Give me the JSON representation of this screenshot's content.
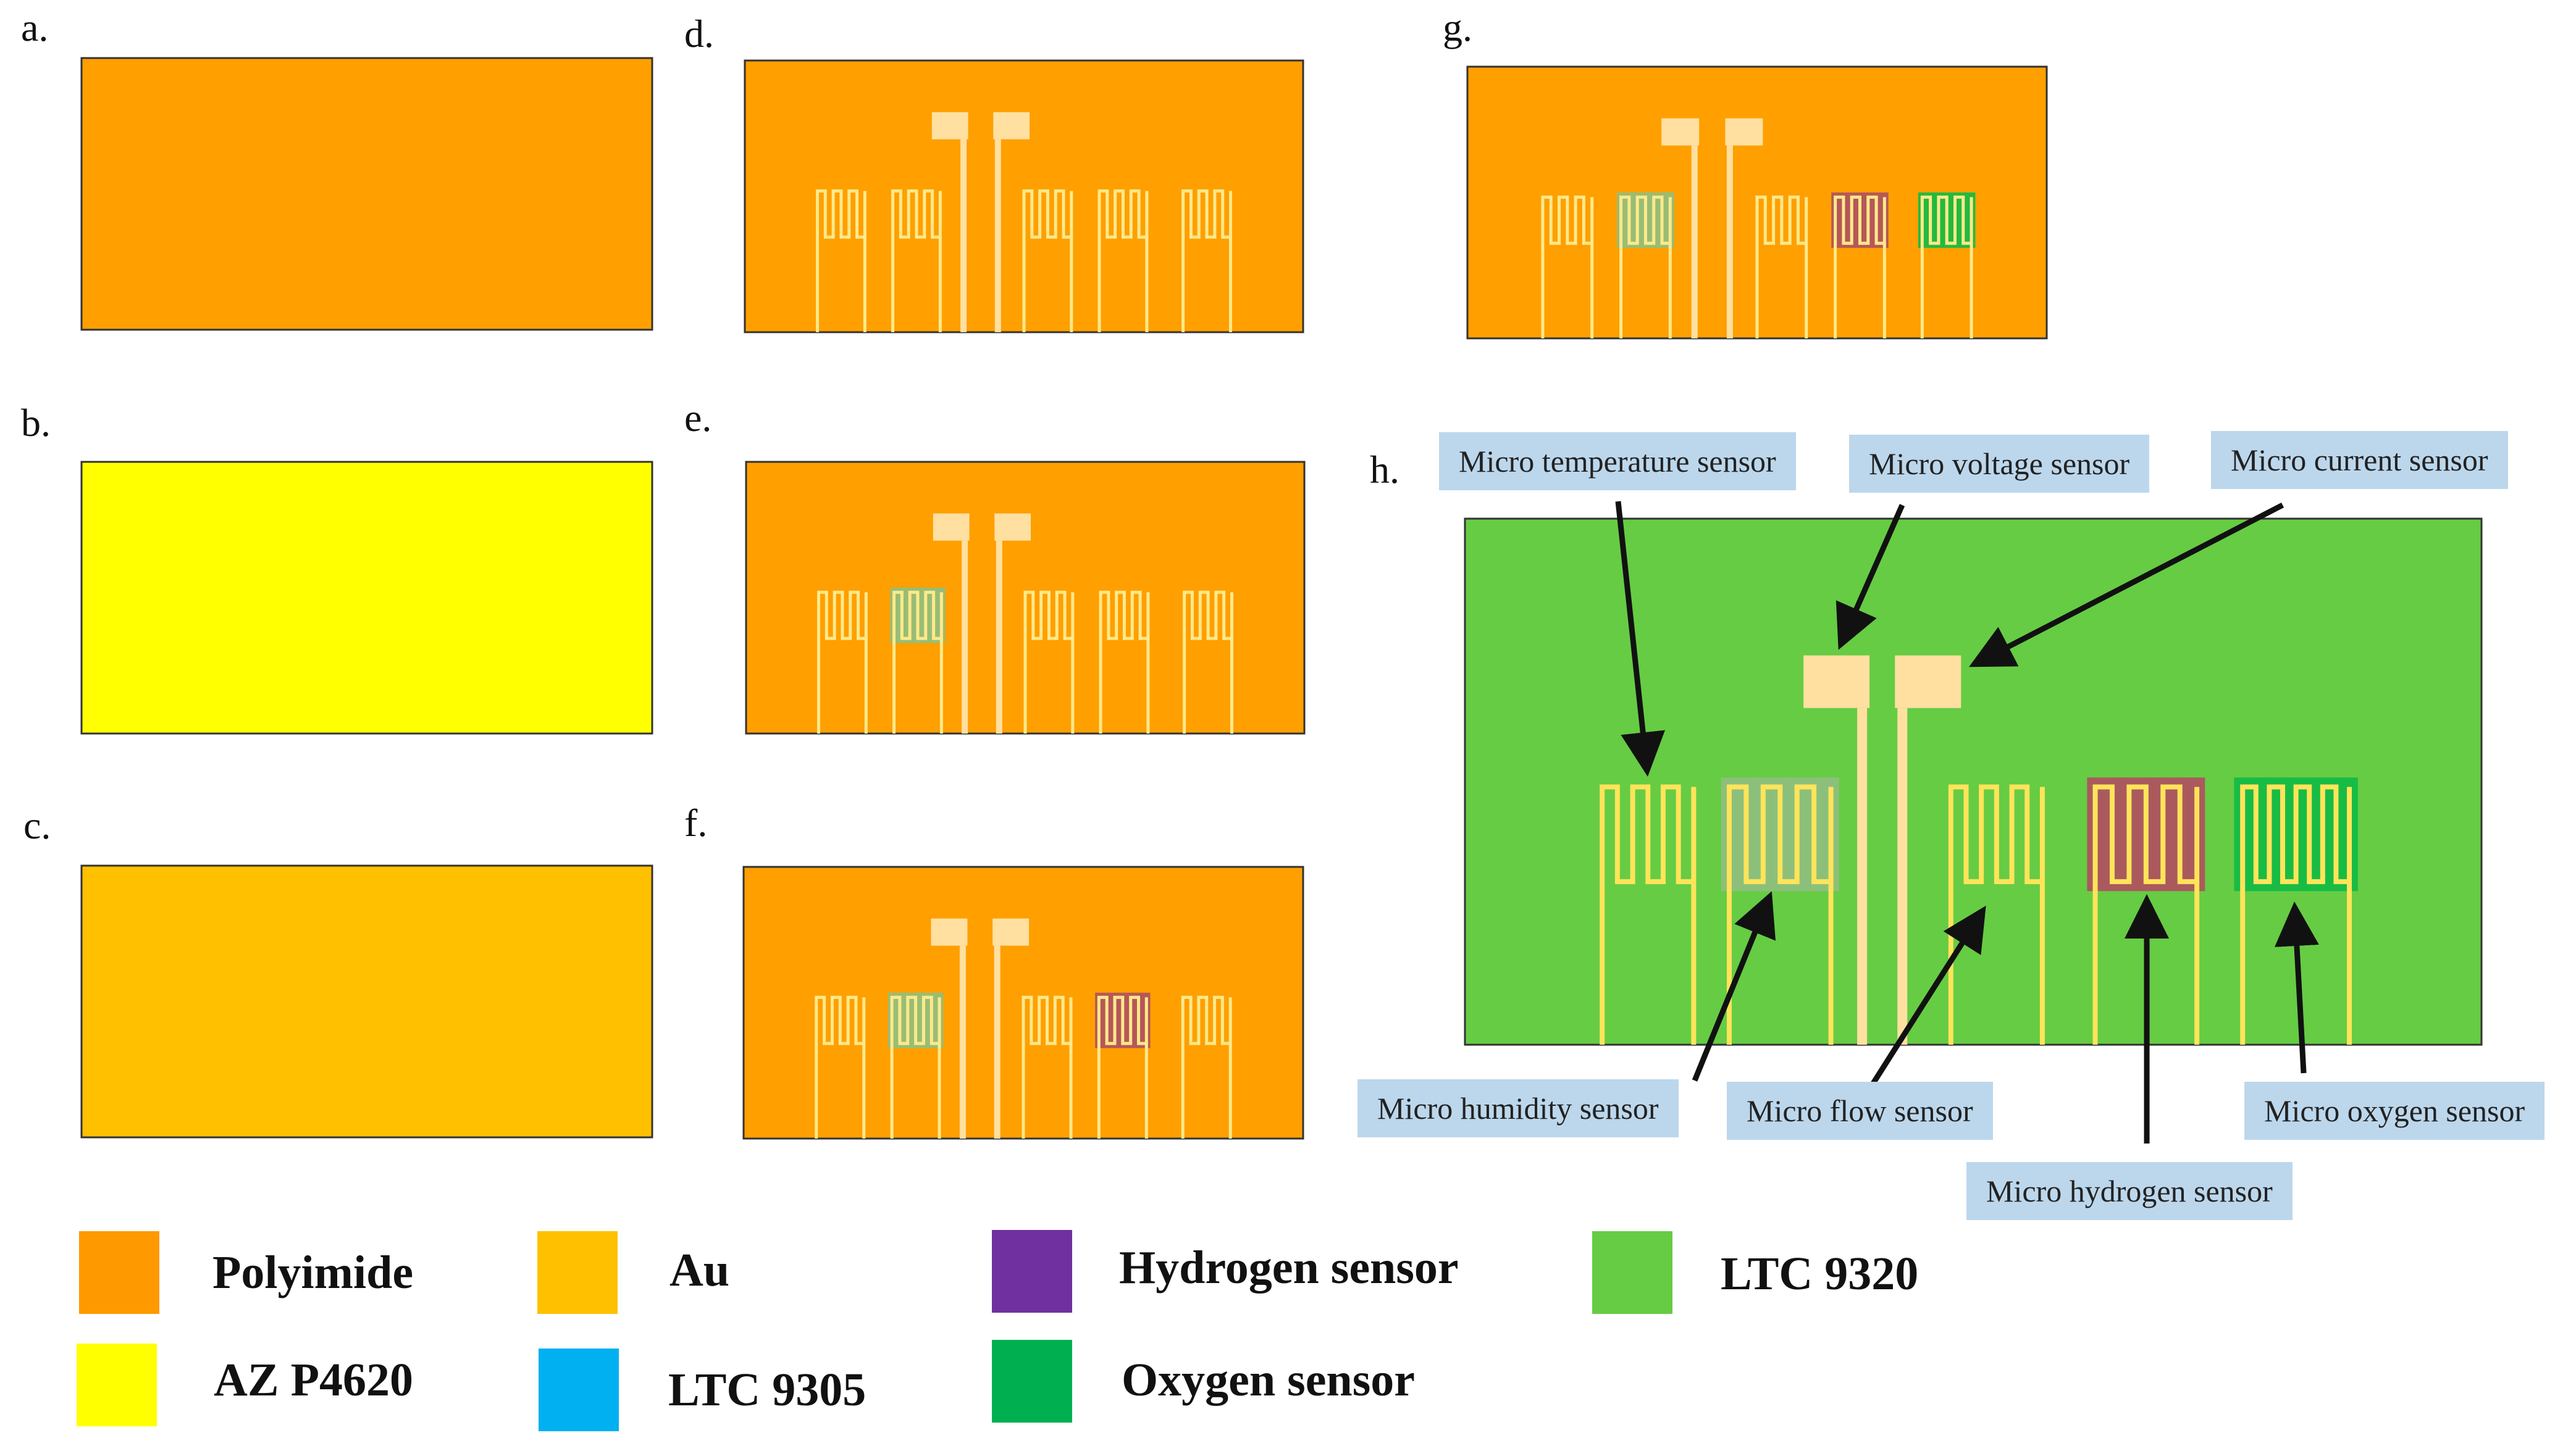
{
  "panels": {
    "a": "a.",
    "b": "b.",
    "c": "c.",
    "d": "d.",
    "e": "e.",
    "f": "f.",
    "g": "g.",
    "h": "h."
  },
  "callouts": {
    "temperature": "Micro temperature sensor",
    "voltage": "Micro voltage sensor",
    "current": "Micro current sensor",
    "humidity": "Micro humidity sensor",
    "flow": "Micro flow sensor",
    "oxygen": "Micro oxygen sensor",
    "hydrogen": "Micro hydrogen sensor"
  },
  "legend": [
    {
      "label": "Polyimide",
      "color": "#ff9900"
    },
    {
      "label": "Au",
      "color": "#ffc000"
    },
    {
      "label": "Hydrogen sensor",
      "color": "#7030a0"
    },
    {
      "label": "LTC 9320",
      "color": "#66cc44"
    },
    {
      "label": "AZ P4620",
      "color": "#ffff00"
    },
    {
      "label": "LTC 9305",
      "color": "#00b0f0"
    },
    {
      "label": "Oxygen sensor",
      "color": "#00b050"
    }
  ],
  "colors": {
    "polyimide": "#ff9f00",
    "photoresist": "#ffff00",
    "gold": "#ffc000",
    "ltc9320": "#66cc44",
    "pad": "#ffe0a0",
    "trace": "#ffe98a",
    "humidity_film": "#8fbf7f",
    "hydrogen_film": "#b05060",
    "oxygen_film": "#11bb44"
  }
}
